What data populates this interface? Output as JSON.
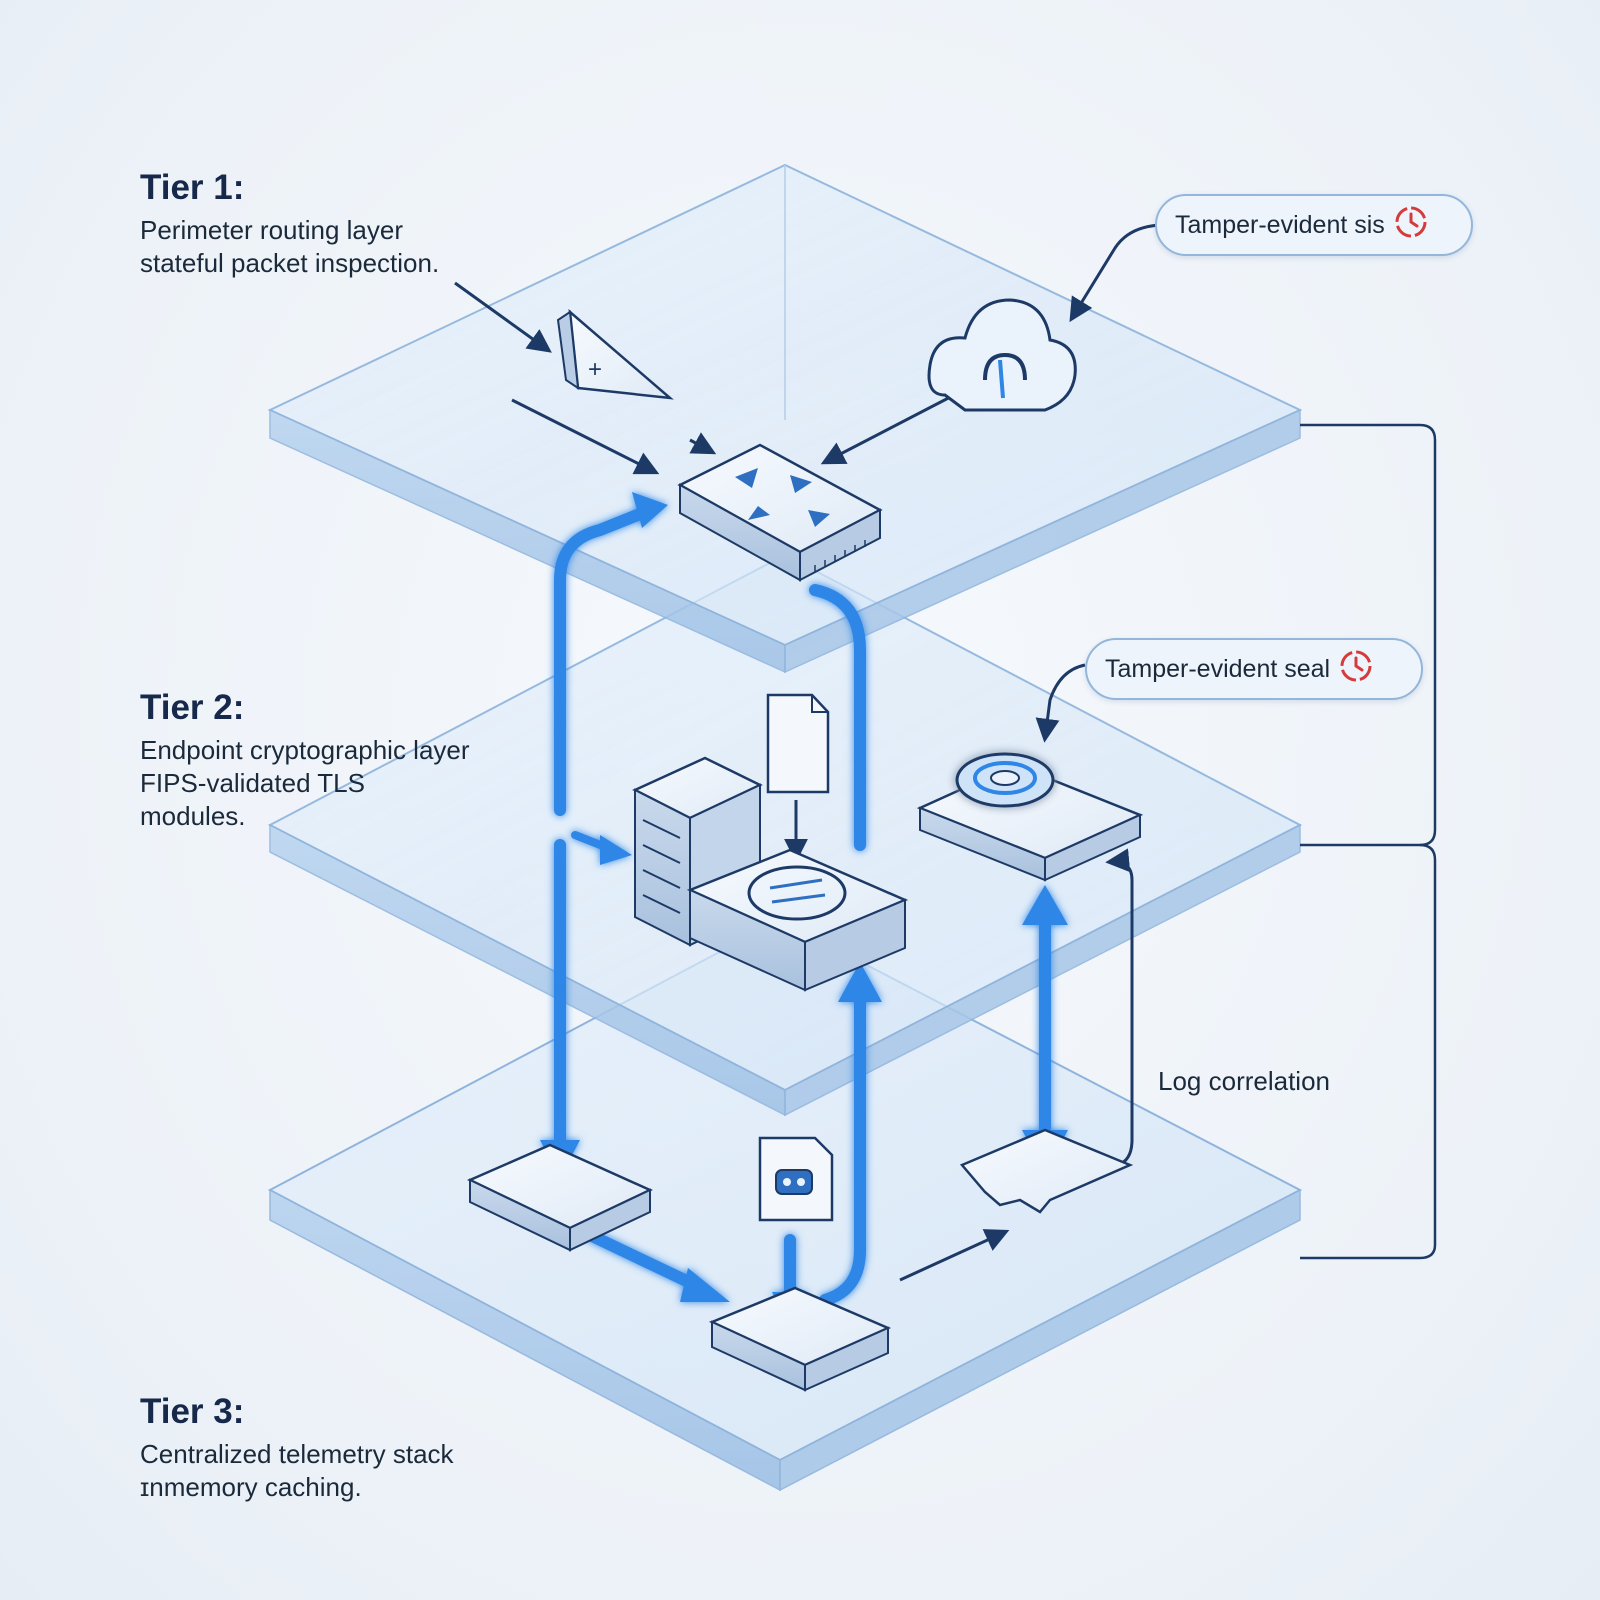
{
  "tiers": [
    {
      "title": "Tier 1:",
      "lines": [
        "Perimeter routing layer",
        "stateful packet inspection."
      ]
    },
    {
      "title": "Tier 2:",
      "lines": [
        "Endpoint cryptographic layer",
        "FIPS-validated TLS",
        "modules."
      ]
    },
    {
      "title": "Tier 3:",
      "lines": [
        "Centralized telemetry stack",
        "ɪnmemory caching."
      ]
    }
  ],
  "callouts": {
    "tier1_seal": "Tamper-evident sis",
    "tier2_seal": "Tamper-evident seal"
  },
  "labels": {
    "log_correlation": "Log correlation"
  },
  "icons": {
    "tier1": [
      "firewall-triangle-icon",
      "cloud-key-icon",
      "router-icon"
    ],
    "tier2": [
      "document-icon",
      "server-rack-icon",
      "encryption-switch-icon",
      "hsm-module-icon"
    ],
    "tier3": [
      "cache-node-icon",
      "log-file-icon",
      "telemetry-node-icon",
      "torn-sheet-icon"
    ],
    "callouts": [
      "clock-seal-icon"
    ]
  },
  "colors": {
    "flow_blue": "#2e86e6",
    "line_navy": "#1d3a66",
    "seal_red": "#d63b3b",
    "glass": "#dbe9f7"
  }
}
